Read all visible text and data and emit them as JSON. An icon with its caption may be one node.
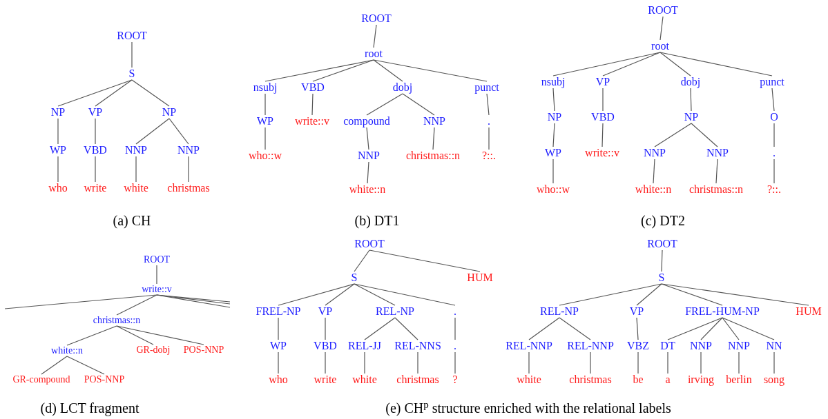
{
  "diagram": {
    "nodes": [
      {
        "text": [
          "ROOT"
        ]
      },
      {
        "text": [
          "S"
        ]
      },
      {
        "text": [
          "NP"
        ]
      },
      {
        "text": [
          "VP"
        ]
      },
      {
        "text": [
          "NP"
        ]
      },
      {
        "text": [
          "WP"
        ]
      },
      {
        "text": [
          "VBD"
        ]
      },
      {
        "text": [
          "NNP"
        ]
      },
      {
        "text": [
          "NNP"
        ]
      },
      {
        "text": [
          "who"
        ]
      },
      {
        "text": [
          "write"
        ]
      },
      {
        "text": [
          "white"
        ]
      },
      {
        "text": [
          "christmas"
        ]
      },
      {
        "text": [
          "ROOT"
        ]
      },
      {
        "text": [
          "root"
        ]
      },
      {
        "text": [
          "nsubj"
        ]
      },
      {
        "text": [
          "VBD"
        ]
      },
      {
        "text": [
          "dobj"
        ]
      },
      {
        "text": [
          "punct"
        ]
      },
      {
        "text": [
          "WP"
        ]
      },
      {
        "text": [
          "write::v"
        ]
      },
      {
        "text": [
          "compound"
        ]
      },
      {
        "text": [
          "NNP"
        ]
      },
      {
        "text": [
          "."
        ]
      },
      {
        "text": [
          "who::w"
        ]
      },
      {
        "text": [
          "NNP"
        ]
      },
      {
        "text": [
          "christmas::n"
        ]
      },
      {
        "text": [
          "?::."
        ]
      },
      {
        "text": [
          "white::n"
        ]
      },
      {
        "text": [
          "ROOT"
        ]
      },
      {
        "text": [
          "root"
        ]
      },
      {
        "text": [
          "nsubj"
        ]
      },
      {
        "text": [
          "VP"
        ]
      },
      {
        "text": [
          "dobj"
        ]
      },
      {
        "text": [
          "punct"
        ]
      },
      {
        "text": [
          "NP"
        ]
      },
      {
        "text": [
          "VBD"
        ]
      },
      {
        "text": [
          "NP"
        ]
      },
      {
        "text": [
          "O"
        ]
      },
      {
        "text": [
          "WP"
        ]
      },
      {
        "text": [
          "write::v"
        ]
      },
      {
        "text": [
          "NNP"
        ]
      },
      {
        "text": [
          "NNP"
        ]
      },
      {
        "text": [
          "."
        ]
      },
      {
        "text": [
          "who::w"
        ]
      },
      {
        "text": [
          "white::n"
        ]
      },
      {
        "text": [
          "christmas::n"
        ]
      },
      {
        "text": [
          "?::."
        ]
      },
      {
        "text": [
          "ROOT"
        ]
      },
      {
        "text": [
          "write::v"
        ]
      },
      {
        "text": [
          "christmas::n"
        ]
      },
      {
        "text": [
          "white::n"
        ]
      },
      {
        "text": [
          "GR-dobj"
        ]
      },
      {
        "text": [
          "POS-NNP"
        ]
      },
      {
        "text": [
          "GR-compound"
        ]
      },
      {
        "text": [
          "POS-NNP"
        ]
      },
      {
        "text": [
          "ROOT"
        ]
      },
      {
        "text": [
          "S"
        ]
      },
      {
        "text": [
          "HUM"
        ]
      },
      {
        "text": [
          "FREL-NP"
        ]
      },
      {
        "text": [
          "VP"
        ]
      },
      {
        "text": [
          "REL-NP"
        ]
      },
      {
        "text": [
          "."
        ]
      },
      {
        "text": [
          "WP"
        ]
      },
      {
        "text": [
          "VBD"
        ]
      },
      {
        "text": [
          "REL-JJ"
        ]
      },
      {
        "text": [
          "REL-NNS"
        ]
      },
      {
        "text": [
          "."
        ]
      },
      {
        "text": [
          "who"
        ]
      },
      {
        "text": [
          "write"
        ]
      },
      {
        "text": [
          "white"
        ]
      },
      {
        "text": [
          "christmas"
        ]
      },
      {
        "text": [
          "?"
        ]
      },
      {
        "text": [
          "ROOT"
        ]
      },
      {
        "text": [
          "S"
        ]
      },
      {
        "text": [
          "REL-NP"
        ]
      },
      {
        "text": [
          "VP"
        ]
      },
      {
        "text": [
          "FREL-HUM-NP"
        ]
      },
      {
        "text": [
          "HUM"
        ]
      },
      {
        "text": [
          "REL-NNP"
        ]
      },
      {
        "text": [
          "REL-NNP"
        ]
      },
      {
        "text": [
          "VBZ"
        ]
      },
      {
        "text": [
          "DT"
        ]
      },
      {
        "text": [
          "NNP"
        ]
      },
      {
        "text": [
          "NNP"
        ]
      },
      {
        "text": [
          "NN"
        ]
      },
      {
        "text": [
          "white"
        ]
      },
      {
        "text": [
          "christmas"
        ]
      },
      {
        "text": [
          "be"
        ]
      },
      {
        "text": [
          "a"
        ]
      },
      {
        "text": [
          "irving"
        ]
      },
      {
        "text": [
          "berlin"
        ]
      },
      {
        "text": [
          "song"
        ]
      }
    ],
    "edges": [
      {
        "from": 0,
        "to": 1,
        "arrow": "none"
      },
      {
        "from": 1,
        "to": 2,
        "arrow": "none"
      },
      {
        "from": 1,
        "to": 3,
        "arrow": "none"
      },
      {
        "from": 1,
        "to": 4,
        "arrow": "none"
      },
      {
        "from": 2,
        "to": 5,
        "arrow": "none"
      },
      {
        "from": 3,
        "to": 6,
        "arrow": "none"
      },
      {
        "from": 4,
        "to": 7,
        "arrow": "none"
      },
      {
        "from": 4,
        "to": 8,
        "arrow": "none"
      },
      {
        "from": 5,
        "to": 9,
        "arrow": "none"
      },
      {
        "from": 6,
        "to": 10,
        "arrow": "none"
      },
      {
        "from": 7,
        "to": 11,
        "arrow": "none"
      },
      {
        "from": 8,
        "to": 12,
        "arrow": "none"
      },
      {
        "from": 13,
        "to": 14,
        "arrow": "none"
      },
      {
        "from": 14,
        "to": 15,
        "arrow": "none"
      },
      {
        "from": 14,
        "to": 16,
        "arrow": "none"
      },
      {
        "from": 14,
        "to": 17,
        "arrow": "none"
      },
      {
        "from": 14,
        "to": 18,
        "arrow": "none"
      },
      {
        "from": 15,
        "to": 19,
        "arrow": "none"
      },
      {
        "from": 16,
        "to": 20,
        "arrow": "none"
      },
      {
        "from": 17,
        "to": 21,
        "arrow": "none"
      },
      {
        "from": 17,
        "to": 22,
        "arrow": "none"
      },
      {
        "from": 18,
        "to": 23,
        "arrow": "none"
      },
      {
        "from": 19,
        "to": 24,
        "arrow": "none"
      },
      {
        "from": 21,
        "to": 25,
        "arrow": "none"
      },
      {
        "from": 22,
        "to": 26,
        "arrow": "none"
      },
      {
        "from": 23,
        "to": 27,
        "arrow": "none"
      },
      {
        "from": 25,
        "to": 28,
        "arrow": "none"
      },
      {
        "from": 29,
        "to": 30,
        "arrow": "none"
      },
      {
        "from": 30,
        "to": 31,
        "arrow": "none"
      },
      {
        "from": 30,
        "to": 32,
        "arrow": "none"
      },
      {
        "from": 30,
        "to": 33,
        "arrow": "none"
      },
      {
        "from": 30,
        "to": 34,
        "arrow": "none"
      },
      {
        "from": 31,
        "to": 35,
        "arrow": "none"
      },
      {
        "from": 32,
        "to": 36,
        "arrow": "none"
      },
      {
        "from": 33,
        "to": 37,
        "arrow": "none"
      },
      {
        "from": 34,
        "to": 38,
        "arrow": "none"
      },
      {
        "from": 35,
        "to": 39,
        "arrow": "none"
      },
      {
        "from": 36,
        "to": 40,
        "arrow": "none"
      },
      {
        "from": 37,
        "to": 41,
        "arrow": "none"
      },
      {
        "from": 37,
        "to": 42,
        "arrow": "none"
      },
      {
        "from": 38,
        "to": 43,
        "arrow": "none"
      },
      {
        "from": 39,
        "to": 44,
        "arrow": "none"
      },
      {
        "from": 41,
        "to": 45,
        "arrow": "none"
      },
      {
        "from": 42,
        "to": 46,
        "arrow": "none"
      },
      {
        "from": 43,
        "to": 47,
        "arrow": "none"
      },
      {
        "from": 48,
        "to": 49,
        "arrow": "none"
      },
      {
        "from": 49,
        "to": 50,
        "arrow": "none"
      },
      {
        "from": 49,
        "to": null,
        "arrow": "none"
      },
      {
        "from": 49,
        "to": null,
        "arrow": "none"
      },
      {
        "from": 49,
        "to": null,
        "arrow": "none"
      },
      {
        "from": 49,
        "to": null,
        "arrow": "none"
      },
      {
        "from": 50,
        "to": 51,
        "arrow": "none"
      },
      {
        "from": 50,
        "to": 52,
        "arrow": "none"
      },
      {
        "from": 50,
        "to": 53,
        "arrow": "none"
      },
      {
        "from": 51,
        "to": 54,
        "arrow": "none"
      },
      {
        "from": 51,
        "to": 55,
        "arrow": "none"
      },
      {
        "from": 56,
        "to": 57,
        "arrow": "none"
      },
      {
        "from": 56,
        "to": 58,
        "arrow": "none"
      },
      {
        "from": 57,
        "to": 59,
        "arrow": "none"
      },
      {
        "from": 57,
        "to": 60,
        "arrow": "none"
      },
      {
        "from": 57,
        "to": 61,
        "arrow": "none"
      },
      {
        "from": 57,
        "to": 62,
        "arrow": "none"
      },
      {
        "from": 59,
        "to": 63,
        "arrow": "none"
      },
      {
        "from": 60,
        "to": 64,
        "arrow": "none"
      },
      {
        "from": 61,
        "to": 65,
        "arrow": "none"
      },
      {
        "from": 61,
        "to": 66,
        "arrow": "none"
      },
      {
        "from": 62,
        "to": 67,
        "arrow": "none"
      },
      {
        "from": 63,
        "to": 68,
        "arrow": "none"
      },
      {
        "from": 64,
        "to": 69,
        "arrow": "none"
      },
      {
        "from": 65,
        "to": 70,
        "arrow": "none"
      },
      {
        "from": 66,
        "to": 71,
        "arrow": "none"
      },
      {
        "from": 67,
        "to": 72,
        "arrow": "none"
      },
      {
        "from": 73,
        "to": 74,
        "arrow": "none"
      },
      {
        "from": 74,
        "to": 75,
        "arrow": "none"
      },
      {
        "from": 74,
        "to": 76,
        "arrow": "none"
      },
      {
        "from": 74,
        "to": 77,
        "arrow": "none"
      },
      {
        "from": 74,
        "to": 78,
        "arrow": "none"
      },
      {
        "from": 75,
        "to": 79,
        "arrow": "none"
      },
      {
        "from": 75,
        "to": 80,
        "arrow": "none"
      },
      {
        "from": 76,
        "to": 81,
        "arrow": "none"
      },
      {
        "from": 77,
        "to": 82,
        "arrow": "none"
      },
      {
        "from": 77,
        "to": 83,
        "arrow": "none"
      },
      {
        "from": 77,
        "to": 84,
        "arrow": "none"
      },
      {
        "from": 77,
        "to": 85,
        "arrow": "none"
      },
      {
        "from": 79,
        "to": 86,
        "arrow": "none"
      },
      {
        "from": 80,
        "to": 87,
        "arrow": "none"
      },
      {
        "from": 81,
        "to": 88,
        "arrow": "none"
      },
      {
        "from": 82,
        "to": 89,
        "arrow": "none"
      },
      {
        "from": 83,
        "to": 90,
        "arrow": "none"
      },
      {
        "from": 84,
        "to": 91,
        "arrow": "none"
      },
      {
        "from": 85,
        "to": 92,
        "arrow": "none"
      }
    ],
    "labels": [
      "(a) CH",
      "(b) DT1",
      "(c) DT2",
      "(d) LCT fragment",
      "(e) CH$^{p}$ structure enriched with the relational labels"
    ]
  }
}
